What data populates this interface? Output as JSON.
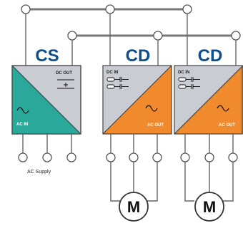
{
  "units": [
    {
      "title": "CS",
      "top_label": "DC OUT",
      "bottom_label": "AC IN",
      "face_color": "#2aa89a"
    },
    {
      "title": "CD",
      "top_label": "DC IN",
      "bottom_label": "AC OUT",
      "face_color": "#f08a2c"
    },
    {
      "title": "CD",
      "top_label": "DC IN",
      "bottom_label": "AC OUT",
      "face_color": "#f08a2c"
    }
  ],
  "ac_supply_label": "AC Supply",
  "motors": [
    {
      "label": "M"
    },
    {
      "label": "M"
    }
  ],
  "colors": {
    "title": "#0d4f8b",
    "box_grey": "#c9ccd2",
    "wire": "#555555",
    "bus": "#777777"
  }
}
